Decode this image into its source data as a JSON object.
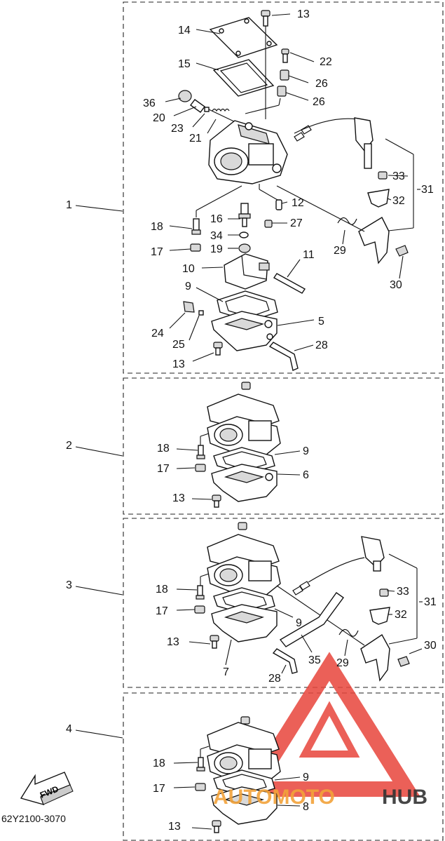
{
  "diagram_code": "62Y2100-3070",
  "fwd_label": "FWD",
  "watermark": {
    "text_left": "AUTOMOTO",
    "text_right": "HUB",
    "color": "#e8453c",
    "accent": "#f2a33a",
    "dark": "#333333"
  },
  "group_labels": [
    "1",
    "2",
    "3",
    "4"
  ],
  "panel1_labels": {
    "p13a": "13",
    "p14": "14",
    "p22": "22",
    "p15": "15",
    "p26a": "26",
    "p36": "36",
    "p26b": "26",
    "p20": "20",
    "p23": "23",
    "p21": "21",
    "p33": "33",
    "p31": "31",
    "p32": "32",
    "p12": "12",
    "p18": "18",
    "p16": "16",
    "p27": "27",
    "p34": "34",
    "p29": "29",
    "p17": "17",
    "p19": "19",
    "p30": "30",
    "p11": "11",
    "p10": "10",
    "p9": "9",
    "p5": "5",
    "p24": "24",
    "p25": "25",
    "p28": "28",
    "p13b": "13"
  },
  "panel2_labels": {
    "p18": "18",
    "p9": "9",
    "p17": "17",
    "p6": "6",
    "p13": "13"
  },
  "panel3_labels": {
    "p33": "33",
    "p18": "18",
    "p31": "31",
    "p17": "17",
    "p32": "32",
    "p9": "9",
    "p30": "30",
    "p13": "13",
    "p35": "35",
    "p29": "29",
    "p7": "7",
    "p28": "28"
  },
  "panel4_labels": {
    "p18": "18",
    "p9": "9",
    "p17": "17",
    "p8": "8",
    "p13": "13"
  }
}
